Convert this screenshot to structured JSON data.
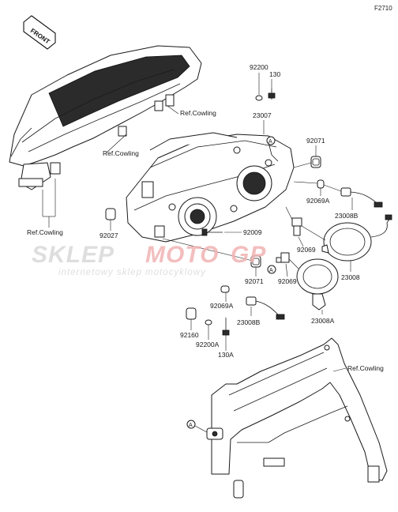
{
  "figure_code": "F2710",
  "front_arrow_label": "FRONT",
  "watermark": {
    "brand_left": "SKLEP",
    "brand_right": "MOTO",
    "brand_suffix": "GP",
    "tagline": "internetowy sklep motocyklowy",
    "color_gray": "#d9d9d9",
    "color_red": "#f1b3b3"
  },
  "part_labels": {
    "p92200": "92200",
    "p130": "130",
    "ref_cowling_1": "Ref.Cowling",
    "p23007": "23007",
    "ref_cowling_2": "Ref.Cowling",
    "p92071_top": "92071",
    "p92069a_top": "92069A",
    "p23008b_top": "23008B",
    "p92027": "92027",
    "ref_cowling_3": "Ref.Cowling",
    "p92009": "92009",
    "p92069_mid": "92069",
    "p23008": "23008",
    "p92071_mid": "92071",
    "p92069_low": "92069",
    "p92069a_low": "92069A",
    "p23008b_low": "23008B",
    "p23008a": "23008A",
    "p92160": "92160",
    "p92200a": "92200A",
    "p130a": "130A",
    "ref_cowling_4": "Ref.Cowling"
  },
  "callouts": {
    "a_top": "A",
    "a_mid": "A",
    "a_bottom": "A"
  }
}
